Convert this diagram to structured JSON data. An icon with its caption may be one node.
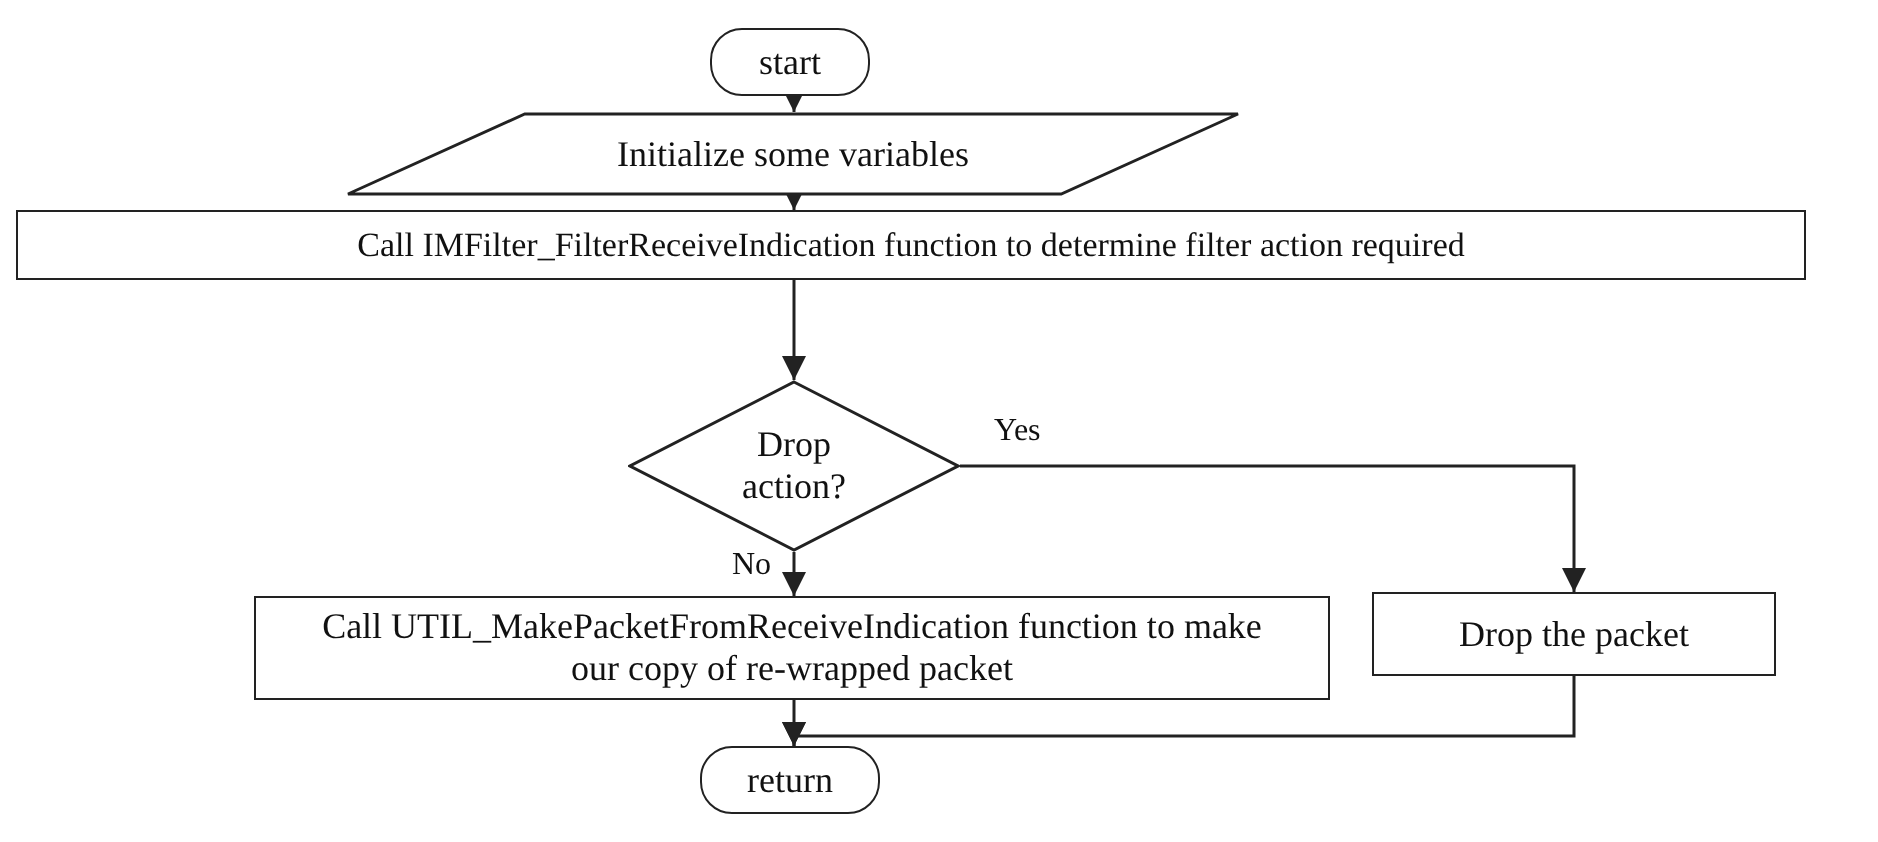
{
  "diagram": {
    "nodes": [
      {
        "text": [
          "start"
        ]
      },
      {
        "text": [
          "Initialize some variables"
        ]
      },
      {
        "text": [
          "Call IMFilter_FilterReceiveIndication function to determine filter action required"
        ]
      },
      {
        "text": [
          "Drop action?"
        ]
      },
      {
        "text": [
          "Call UTIL_MakePacketFromReceiveIndication function to make our copy of re-wrapped packet"
        ]
      },
      {
        "text": [
          "Drop the packet"
        ]
      },
      {
        "text": [
          "return"
        ]
      }
    ],
    "edges": [
      {
        "from": 0,
        "to": 1,
        "arrow": "to"
      },
      {
        "from": 1,
        "to": 2,
        "arrow": "to"
      },
      {
        "from": 2,
        "to": 3,
        "arrow": "to"
      },
      {
        "from": 3,
        "to": 5,
        "arrow": "to",
        "label": "Yes"
      },
      {
        "from": 3,
        "to": 4,
        "arrow": "to",
        "label": "No"
      },
      {
        "from": 4,
        "to": 6,
        "arrow": "to"
      },
      {
        "from": 5,
        "to": 6,
        "arrow": "to"
      }
    ]
  }
}
